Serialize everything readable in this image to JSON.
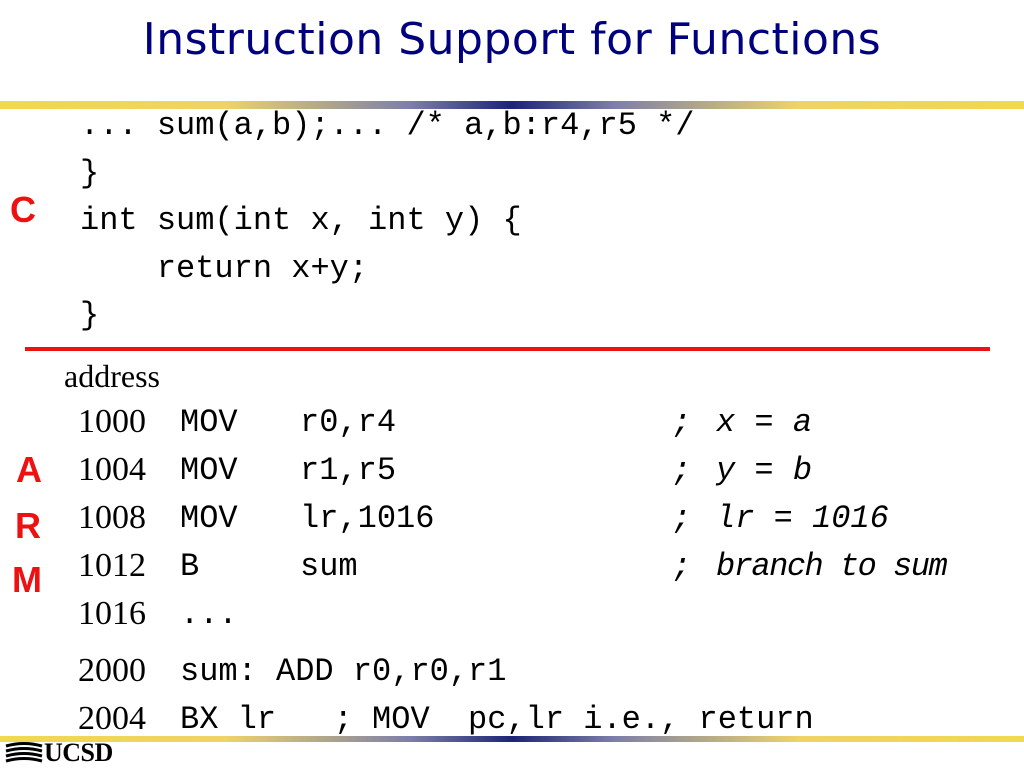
{
  "title": "Instruction Support for Functions",
  "c_section": {
    "label": "C",
    "lines": [
      "... sum(a,b);... /* a,b:r4,r5 */",
      "}",
      "int sum(int x, int y) {",
      "    return x+y;",
      "}"
    ]
  },
  "arm_section": {
    "label_letters": [
      "A",
      "R",
      "M"
    ],
    "address_header": "address",
    "rows": [
      {
        "addr": "1000",
        "op": "MOV",
        "args": "r0,r4",
        "comment_semicolon": ";",
        "comment": "x = a"
      },
      {
        "addr": "1004",
        "op": "MOV",
        "args": "r1,r5",
        "comment_semicolon": ";",
        "comment": "y = b"
      },
      {
        "addr": "1008",
        "op": "MOV",
        "args": "lr,1016",
        "comment_semicolon": ";",
        "comment": "lr = 1016"
      },
      {
        "addr": "1012",
        "op": "B",
        "args": "sum",
        "comment_semicolon": ";",
        "comment": "branch to sum"
      },
      {
        "addr": "1016",
        "op": "...",
        "args": "",
        "comment_semicolon": "",
        "comment": ""
      }
    ],
    "rows2": [
      {
        "addr": "2000",
        "code": "sum: ADD r0,r0,r1"
      },
      {
        "addr": "2004",
        "code": "BX lr   ; MOV  pc,lr i.e., return"
      }
    ]
  },
  "footer": {
    "logo_text": "UCSD"
  },
  "colors": {
    "title": "#00007f",
    "accent_red": "#ee1111"
  }
}
